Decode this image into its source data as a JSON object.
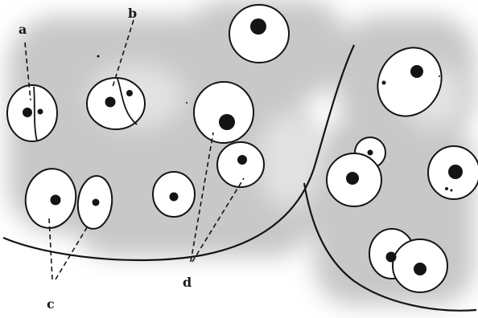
{
  "labels": {
    "a": "a",
    "b": "b",
    "c": "c",
    "d": "d"
  },
  "colors": {
    "ink": "#141414",
    "shade": "#c9c9c9",
    "paper": "#ffffff"
  }
}
